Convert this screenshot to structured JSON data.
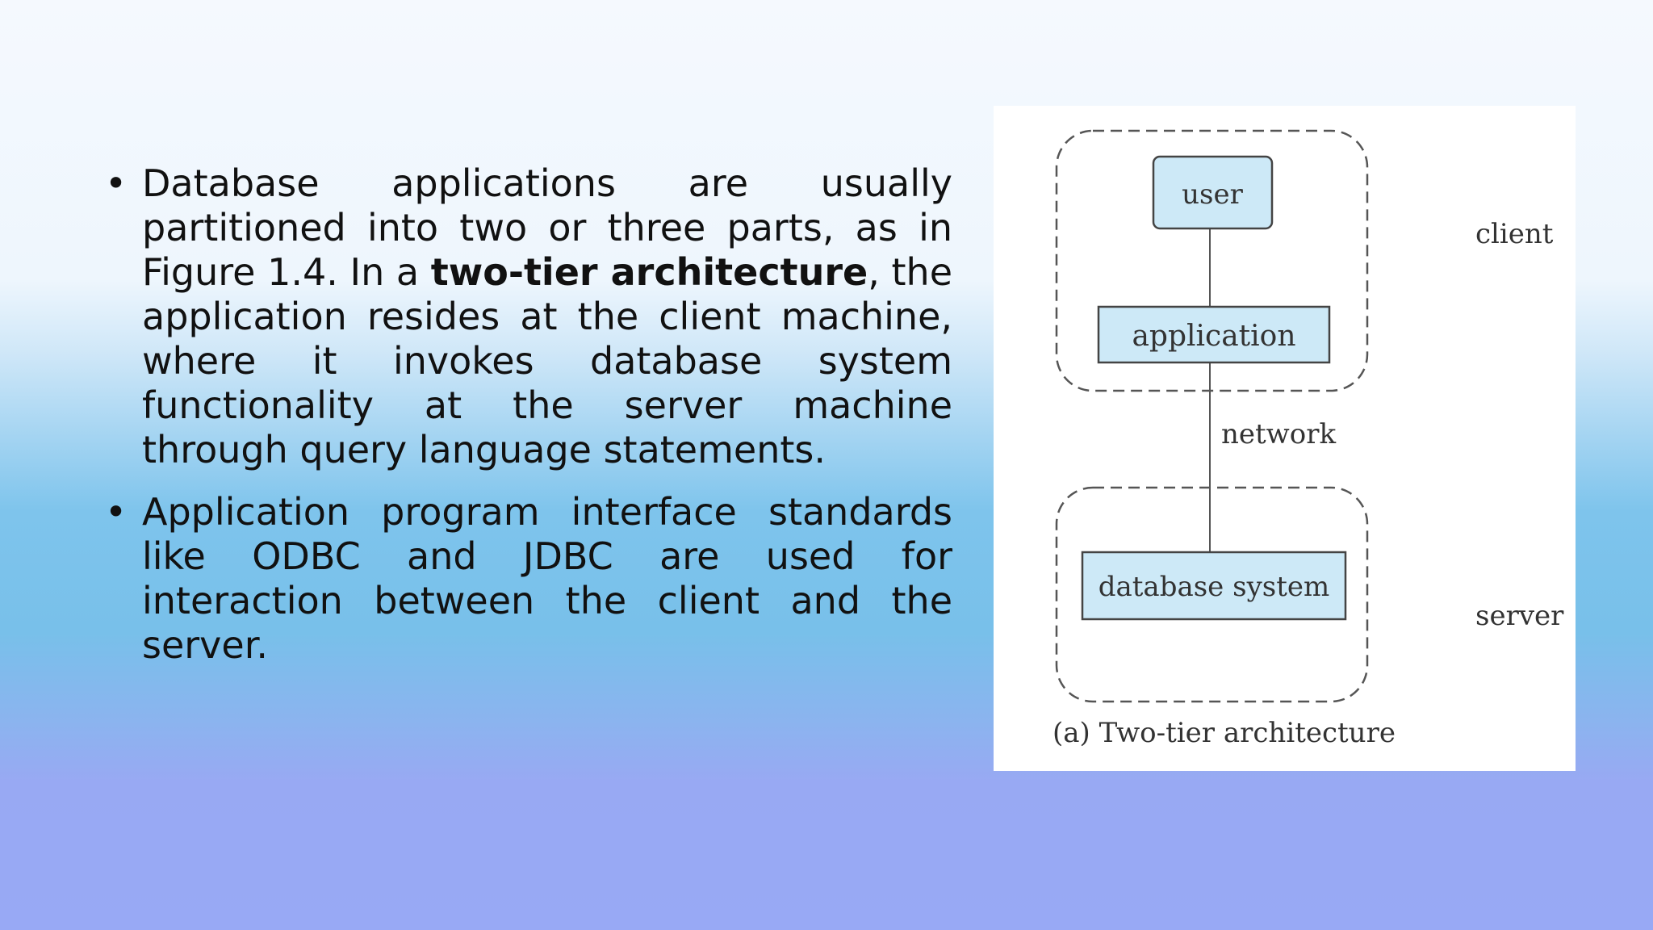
{
  "bullets": [
    {
      "part1": "Database applications are usually partitioned into two or three parts, as in Figure 1.4. In a ",
      "bold": "two-tier architecture",
      "part2": ", the application resides at the client machine, where it invokes database system functionality at the server machine through query language statements."
    },
    {
      "part1": "Application program interface standards like ODBC and JDBC are used for interaction between the client and the server."
    }
  ],
  "figure": {
    "user_label": "user",
    "application_label": "application",
    "network_label": "network",
    "database_label": "database system",
    "client_label": "client",
    "server_label": "server",
    "caption": "(a) Two-tier architecture",
    "box_fill": "#cde9f7",
    "box_stroke": "#444444"
  }
}
